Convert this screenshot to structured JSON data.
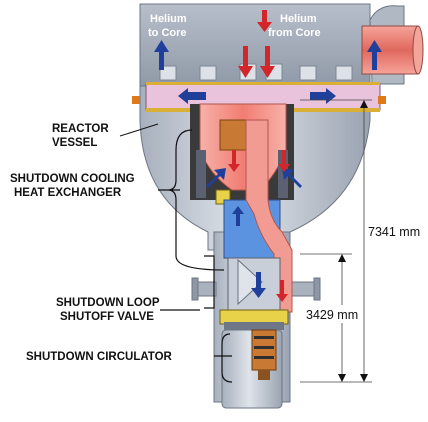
{
  "labels": {
    "helium_to_core_1": "Helium",
    "helium_to_core_2": "to Core",
    "helium_from_core_1": "Helium",
    "helium_from_core_2": "from Core",
    "reactor_vessel_1": "REACTOR",
    "reactor_vessel_2": "VESSEL",
    "hx_1": "SHUTDOWN COOLING",
    "hx_2": "HEAT EXCHANGER",
    "valve_1": "SHUTDOWN LOOP",
    "valve_2": "SHUTOFF VALVE",
    "circulator": "SHUTDOWN CIRCULATOR"
  },
  "dimensions": {
    "overall": "7341 mm",
    "lower": "3429 mm"
  },
  "colors": {
    "steel": "#c5ccd6",
    "steel_dark": "#8e97a6",
    "hot_helium": "#f08a80",
    "hot_helium_light": "#f6b4ad",
    "cold_helium": "#5b93e0",
    "flow_arrow_blue": "#1f3f9a",
    "flow_arrow_red": "#d2262a",
    "plenum": "#e9c3dc",
    "copper": "#c87a35",
    "yellow": "#e8d24a"
  }
}
